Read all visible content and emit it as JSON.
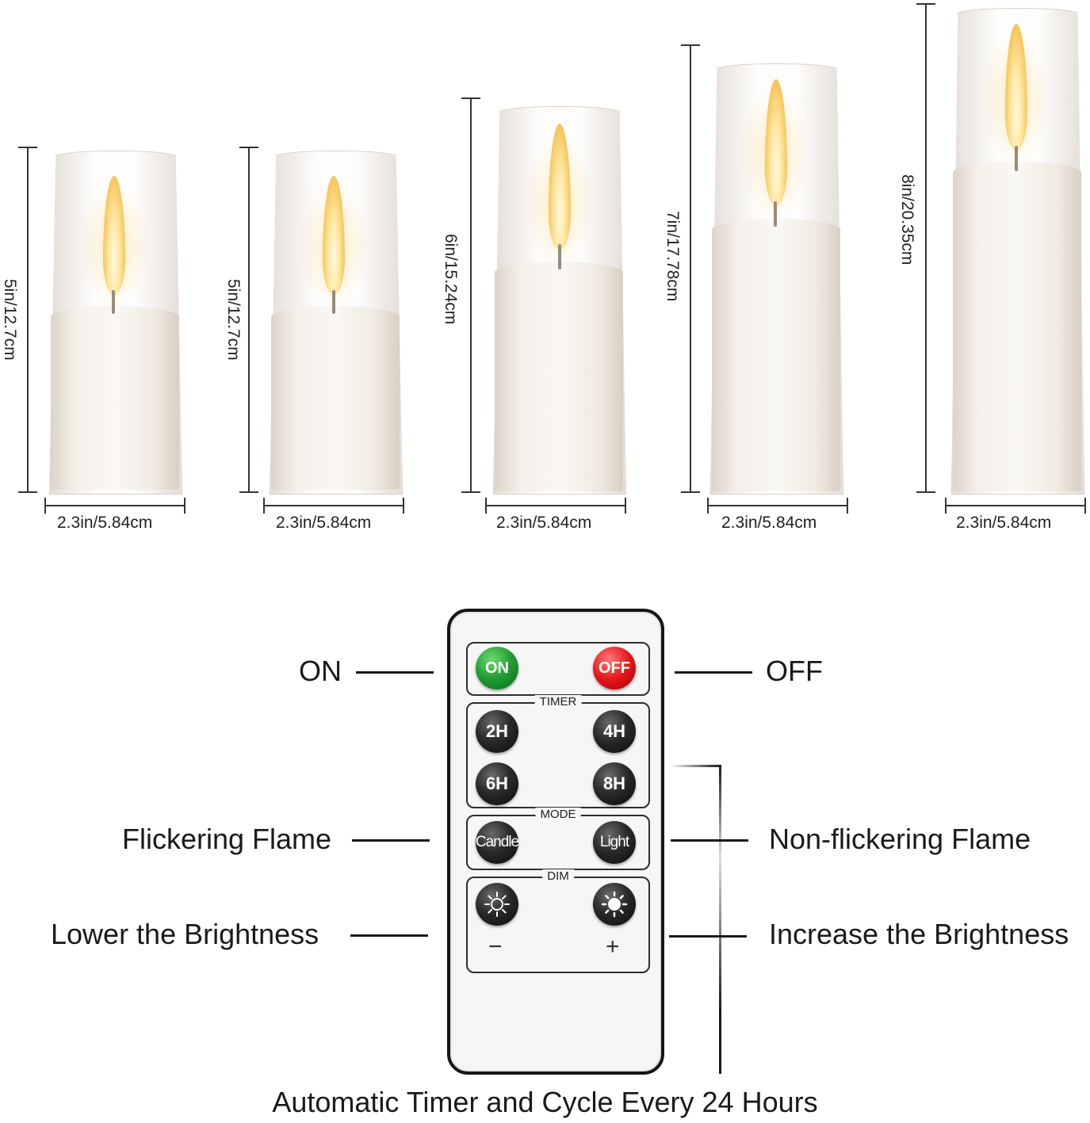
{
  "candles": [
    {
      "height_label": "5in/12.7cm",
      "width_label": "2.3in/5.84cm"
    },
    {
      "height_label": "5in/12.7cm",
      "width_label": "2.3in/5.84cm"
    },
    {
      "height_label": "6in/15.24cm",
      "width_label": "2.3in/5.84cm"
    },
    {
      "height_label": "7in/17.78cm",
      "width_label": "2.3in/5.84cm"
    },
    {
      "height_label": "8in/20.35cm",
      "width_label": "2.3in/5.84cm"
    }
  ],
  "remote": {
    "on": "ON",
    "off": "OFF",
    "timer_title": "TIMER",
    "timer_buttons": [
      "2H",
      "4H",
      "6H",
      "8H"
    ],
    "mode_title": "MODE",
    "mode_candle": "Candle",
    "mode_light": "Light",
    "dim_title": "DIM",
    "dim_minus": "−",
    "dim_plus": "+"
  },
  "callouts": {
    "on": "ON",
    "off": "OFF",
    "flickering": "Flickering Flame",
    "non_flickering": "Non-flickering Flame",
    "lower": "Lower the Brightness",
    "increase": "Increase the Brightness"
  },
  "footer": "Automatic Timer and Cycle Every 24 Hours",
  "colors": {
    "on_button": "#1f9b32",
    "off_button": "#e3171b",
    "button_dark": "#1a1a1a"
  }
}
